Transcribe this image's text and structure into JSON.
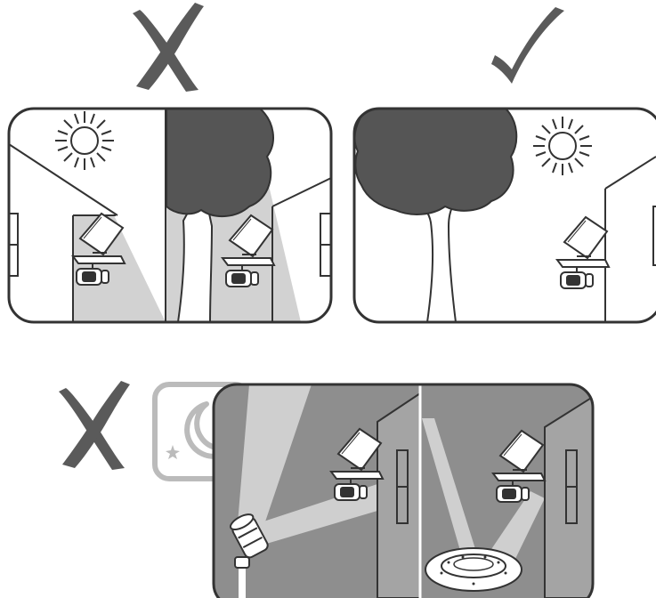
{
  "colors": {
    "background": "#ffffff",
    "outline": "#333333",
    "tree_canopy": "#555555",
    "mark": "#5a5a5a",
    "light_shadow": "#d2d2d2",
    "night_dark": "#8e8e8e",
    "night_beam": "#cfcfcf",
    "night_icon": "#bbbbbb"
  },
  "panels": [
    {
      "id": "sun-panel-wrong",
      "verdict": "wrong",
      "icons": [
        "cross-mark-icon",
        "sun-icon",
        "solar-lamp-icon",
        "tree-icon"
      ]
    },
    {
      "id": "sun-panel-right",
      "verdict": "right",
      "icons": [
        "check-mark-icon",
        "sun-icon",
        "solar-lamp-icon",
        "tree-icon"
      ]
    },
    {
      "id": "night-panel-wrong",
      "verdict": "wrong",
      "icons": [
        "cross-mark-icon",
        "moon-stars-icon",
        "spotlight-icon",
        "ground-light-icon",
        "solar-lamp-icon"
      ]
    }
  ]
}
